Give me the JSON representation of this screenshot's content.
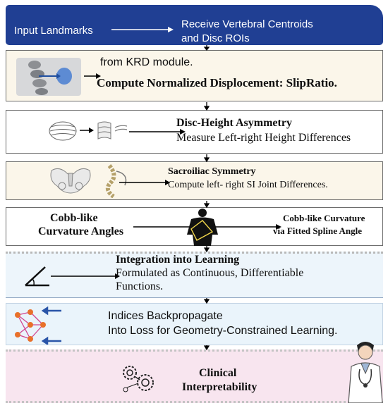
{
  "header": {
    "left_text": "Input Landmarks",
    "right_line1": "Receive  Vertebral Centroids",
    "right_line2": "and Disc ROIs"
  },
  "step1": {
    "line1": "from KRD module.",
    "line2": "Compute Normalized Displocement: SlipRatio."
  },
  "step2": {
    "title": "Disc-Height Asymmetry",
    "subtitle": "Measure Left-right Height Differences"
  },
  "step3": {
    "title": "Sacroiliac Symmetry",
    "subtitle": "Compute left- right SI Joint Differences."
  },
  "step4": {
    "left_line1": "Cobb-like",
    "left_line2": "Curvature Angles",
    "right_line1": "Cobb-like Curvature",
    "right_line2": "via Fitted Spline Angle"
  },
  "step5": {
    "title": "Integration into Learning",
    "line1": "Formulated as Continuous, Differentiable",
    "line2": "Functions."
  },
  "step6": {
    "line1": "Indices Backpropagate",
    "line2": "Into Loss for Geometry-Constrained Learning."
  },
  "step7": {
    "line1": "Clinical",
    "line2": "Interpretability"
  },
  "colors": {
    "header": "#203f93",
    "cream": "#fbf6ea",
    "light_blue": "#edf5fb",
    "pink": "#f8e5ef",
    "network_node": "#e8702a",
    "network_edge": "#d1448f",
    "arrow_blue": "#2a55a8"
  },
  "icons": [
    "spine-xray-icon",
    "disc-stack-icon",
    "pelvis-icon",
    "spine-curve-icon",
    "torso-icon",
    "angle-icon",
    "neural-network-icon",
    "gears-icon",
    "doctor-icon"
  ]
}
